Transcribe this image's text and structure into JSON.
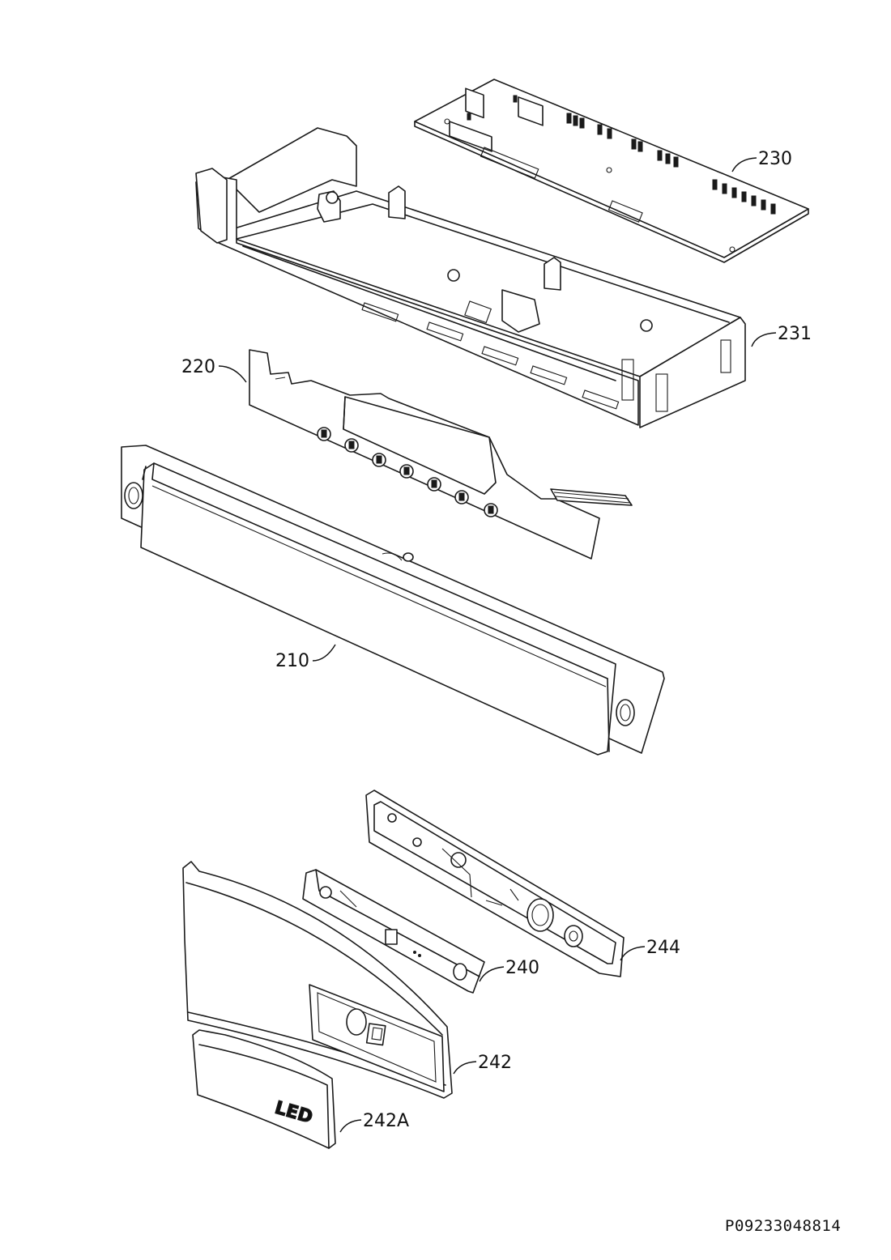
{
  "labels": {
    "p230": "230",
    "p231": "231",
    "p220": "220",
    "p210": "210",
    "p244": "244",
    "p240": "240",
    "p242": "242",
    "p242a": "242A"
  },
  "embossed_text": "LED",
  "drawing_number": "P09233048814",
  "colors": {
    "line": "#1a1a1a",
    "background": "#ffffff"
  }
}
